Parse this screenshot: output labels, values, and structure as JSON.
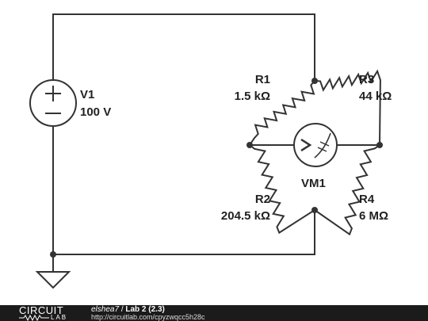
{
  "schematic": {
    "v1": {
      "name": "V1",
      "value": "100 V"
    },
    "r1": {
      "name": "R1",
      "value": "1.5 kΩ"
    },
    "r2": {
      "name": "R2",
      "value": "204.5 kΩ"
    },
    "r3": {
      "name": "R3",
      "value": "44 kΩ"
    },
    "r4": {
      "name": "R4",
      "value": "6 MΩ"
    },
    "vm1": {
      "name": "VM1"
    },
    "icons": [
      "voltage-source-icon",
      "resistor-icon",
      "voltmeter-icon",
      "ground-icon",
      "junction-dot-icon"
    ]
  },
  "footer": {
    "logo_top": "CIRCUIT",
    "logo_bottom": "LAB",
    "author": "elshea7",
    "separator": "/",
    "title": "Lab 2 (2.3)",
    "url": "http://circuitlab.com/cpyzwqcc5h28c"
  }
}
